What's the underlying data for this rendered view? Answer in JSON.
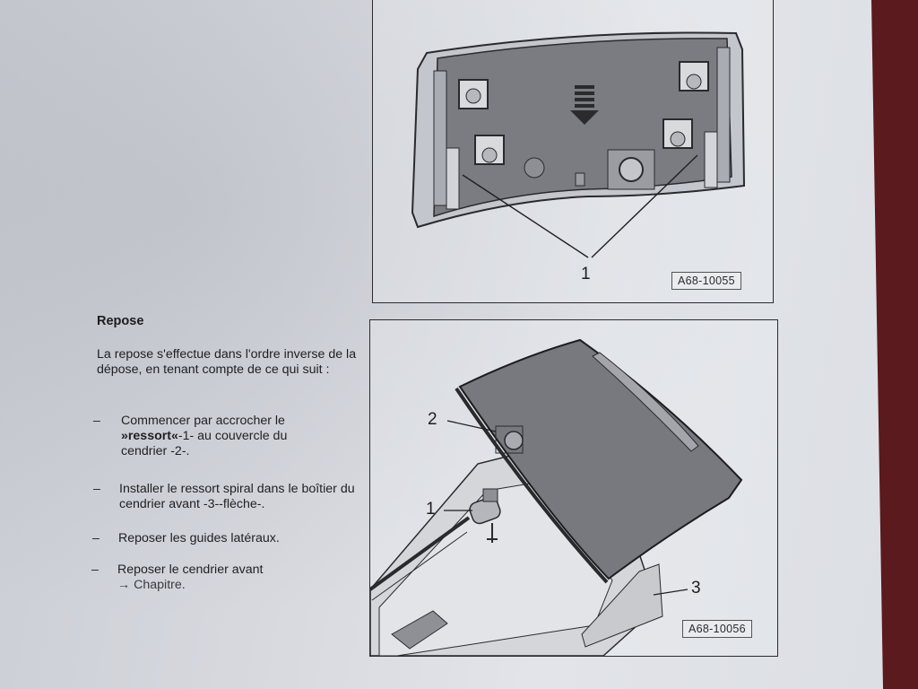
{
  "section": {
    "heading": "Repose",
    "intro": "La repose s'effectue dans l'ordre inverse de la dépose, en tenant compte de ce qui suit :",
    "steps": [
      {
        "bullet": "–",
        "pre": "Commencer par accrocher le ",
        "bold": "»ressort«",
        "post": "-1- au couvercle du cendrier -2-."
      },
      {
        "bullet": "–",
        "text": "Installer le ressort spiral dans le boîtier du cendrier avant -3--flèche-."
      },
      {
        "bullet": "–",
        "text": "Reposer les guides latéraux."
      },
      {
        "bullet": "–",
        "line1": "Reposer le cendrier avant",
        "line2": "→ Chapitre."
      }
    ]
  },
  "figures": [
    {
      "ref": "A68-10055",
      "callouts": [
        "1"
      ]
    },
    {
      "ref": "A68-10056",
      "callouts": [
        "2",
        "1",
        "3"
      ]
    }
  ]
}
